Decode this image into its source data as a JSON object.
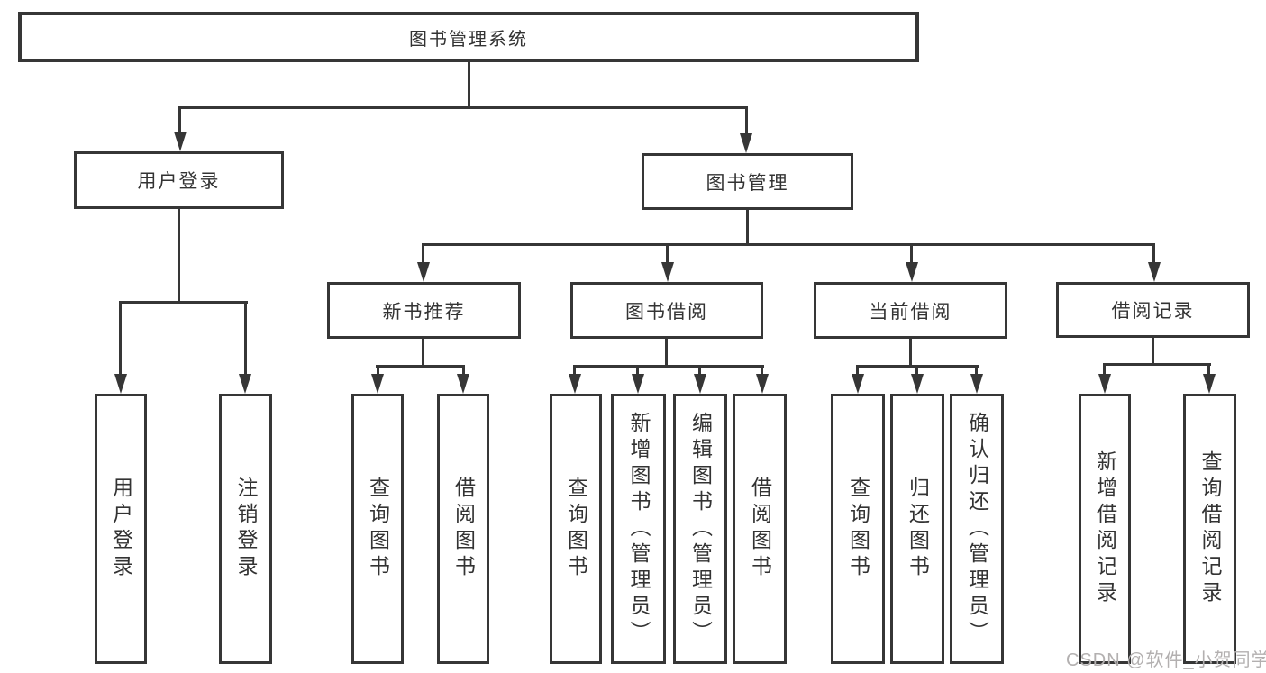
{
  "tree": {
    "root": {
      "label": "图书管理系统"
    },
    "level2": [
      {
        "label": "用户登录",
        "children": [
          "用户登录",
          "注销登录"
        ]
      },
      {
        "label": "图书管理"
      }
    ],
    "level3": [
      {
        "label": "新书推荐",
        "children": [
          "查询图书",
          "借阅图书"
        ]
      },
      {
        "label": "图书借阅",
        "children": [
          "查询图书",
          "新增图书（管理员）",
          "编辑图书（管理员）",
          "借阅图书"
        ]
      },
      {
        "label": "当前借阅",
        "children": [
          "查询图书",
          "归还图书",
          "确认归还（管理员）"
        ]
      },
      {
        "label": "借阅记录",
        "children": [
          "新增借阅记录",
          "查询借阅记录"
        ]
      }
    ]
  },
  "watermark": "CSDN @软件_小贺同学",
  "colors": {
    "line": "#363636",
    "text": "#333333",
    "watermark": "#b3b0b0",
    "background": "#ffffff"
  }
}
